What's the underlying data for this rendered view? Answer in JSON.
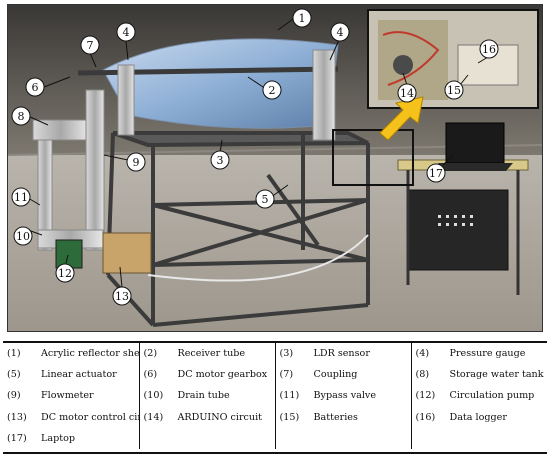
{
  "callouts": [
    "1",
    "2",
    "3",
    "4",
    "4",
    "5",
    "6",
    "7",
    "8",
    "9",
    "10",
    "11",
    "12",
    "13",
    "14",
    "15",
    "16",
    "17"
  ],
  "legend": {
    "rows": [
      [
        {
          "num": "(1)",
          "label": "Acrylic reflector sheet"
        },
        {
          "num": "(2)",
          "label": "Receiver tube"
        },
        {
          "num": "(3)",
          "label": "LDR sensor"
        },
        {
          "num": "(4)",
          "label": "Pressure gauge"
        }
      ],
      [
        {
          "num": "(5)",
          "label": "Linear actuator"
        },
        {
          "num": "(6)",
          "label": "DC motor gearbox"
        },
        {
          "num": "(7)",
          "label": "Coupling"
        },
        {
          "num": "(8)",
          "label": "Storage water tank"
        }
      ],
      [
        {
          "num": "(9)",
          "label": "Flowmeter"
        },
        {
          "num": "(10)",
          "label": "Drain tube"
        },
        {
          "num": "(11)",
          "label": "Bypass valve"
        },
        {
          "num": "(12)",
          "label": "Circulation pump"
        }
      ],
      [
        {
          "num": "(13)",
          "label": "DC motor control circuit"
        },
        {
          "num": "(14)",
          "label": "ARDUINO circuit"
        },
        {
          "num": "(15)",
          "label": "Batteries"
        },
        {
          "num": "(16)",
          "label": "Data logger"
        }
      ],
      [
        {
          "num": "(17)",
          "label": "Laptop"
        },
        {
          "num": "",
          "label": ""
        },
        {
          "num": "",
          "label": ""
        },
        {
          "num": "",
          "label": ""
        }
      ]
    ]
  }
}
